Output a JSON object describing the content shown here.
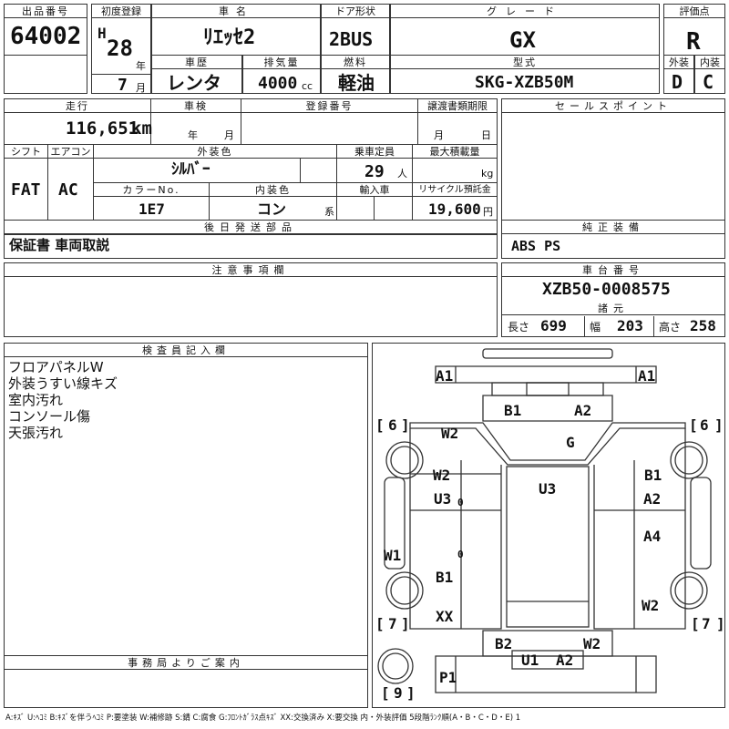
{
  "header": {
    "lot_label": "出品番号",
    "lot_value": "64002",
    "first_reg_label": "初度登録",
    "era_mark": "H",
    "year_value": "28",
    "year_unit": "年",
    "month_value": "7",
    "month_unit": "月",
    "car_name_label": "車名",
    "car_name_value": "ﾘｴｯｾ2",
    "door_label": "ドア形状",
    "door_value": "2BUS",
    "grade_label": "グレード",
    "grade_value": "GX",
    "score_label": "評価点",
    "score_value": "R",
    "history_label": "車歴",
    "history_value": "レンタ",
    "displacement_label": "排気量",
    "displacement_value": "4000",
    "displacement_unit": "cc",
    "fuel_label": "燃料",
    "fuel_value": "軽油",
    "model_label": "型式",
    "model_value": "SKG-XZB50M",
    "exterior_label": "外装",
    "exterior_value": "D",
    "interior_label": "内装",
    "interior_value": "C"
  },
  "mid": {
    "mileage_label": "走行",
    "mileage_value": "116,651",
    "mileage_unit": "km",
    "inspection_label": "車検",
    "inspection_year_unit": "年",
    "inspection_month_unit": "月",
    "reg_no_label": "登録番号",
    "transfer_label": "譲渡書類期限",
    "transfer_month_unit": "月",
    "transfer_day_unit": "日",
    "shift_label": "シフト",
    "shift_value": "FAT",
    "ac_label": "エアコン",
    "ac_value": "AC",
    "ext_color_label": "外装色",
    "ext_color_value": "ｼﾙﾊﾞｰ",
    "capacity_label": "乗車定員",
    "capacity_value": "29",
    "capacity_unit": "人",
    "max_load_label": "最大積載量",
    "max_load_unit": "kg",
    "color_no_label": "カラーNo.",
    "color_no_value": "1E7",
    "int_color_label": "内装色",
    "int_color_value": "コン",
    "int_color_unit": "系",
    "import_label": "輸入車",
    "recycle_label": "リサイクル預託金",
    "recycle_value": "19,600",
    "recycle_unit": "円",
    "sales_points_label": "セールスポイント",
    "accessories_label": "後日発送部品",
    "accessories_value": "保証書 車両取説",
    "equipment_label": "純正装備",
    "equipment_value": "ABS PS",
    "caution_label": "注意事項欄",
    "chassis_label": "車台番号",
    "chassis_value": "XZB50-0008575",
    "dims_label": "諸元",
    "length_label": "長さ",
    "length_value": "699",
    "width_label": "幅",
    "width_value": "203",
    "height_label": "高さ",
    "height_value": "258"
  },
  "inspector": {
    "label": "検査員記入欄",
    "notes": [
      "フロアパネルW",
      "外装うすい線キズ",
      "室内汚れ",
      "コンソール傷",
      "天張汚れ"
    ]
  },
  "office": {
    "label": "事務局よりご案内"
  },
  "damage_map": {
    "front_left": "A1",
    "front_right": "A1",
    "bumper_b1": "B1",
    "bumper_a2": "A2",
    "hood": "G",
    "tire_fl": "6",
    "tire_fr": "6",
    "tire_rl": "7",
    "tire_rr": "7",
    "spare": "9",
    "left_front_w2": "W2",
    "left_side_w2": "W2",
    "left_u3": "U3",
    "left_zero_a": "0",
    "left_w1": "W1",
    "left_zero_b": "0",
    "left_b1": "B1",
    "left_xx": "XX",
    "roof_u3": "U3",
    "right_b1": "B1",
    "right_a2": "A2",
    "right_a4": "A4",
    "right_w2": "W2",
    "rear_b2": "B2",
    "rear_w2": "W2",
    "rear_u1": "U1",
    "rear_a2": "A2",
    "rear_p1": "P1"
  },
  "legend": "A:ｷｽﾞ U:ﾍｺﾐ B:ｷｽﾞを伴うﾍｺﾐ P:要塗装 W:補修跡 S:錆 C:腐食 G:ﾌﾛﾝﾄｶﾞﾗｽ点ｷｽﾞ XX:交換済み X:要交換 内・外装評価 5段階ﾗﾝｸ順(A・B・C・D・E) 1"
}
